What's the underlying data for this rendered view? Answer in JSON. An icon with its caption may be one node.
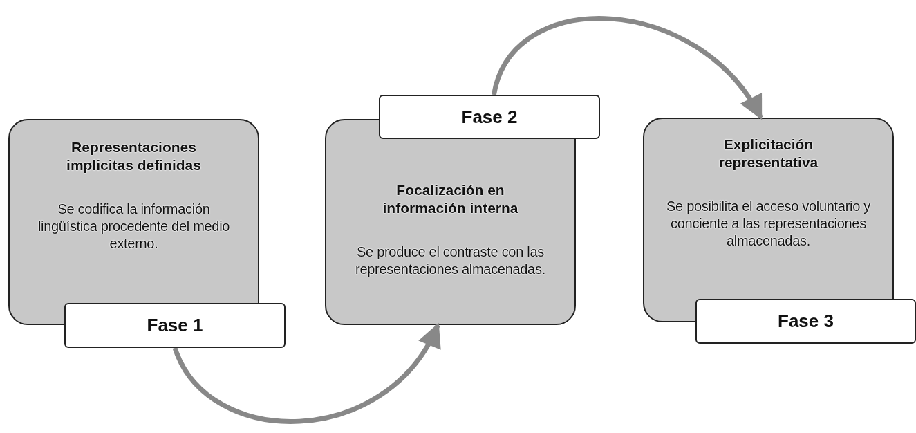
{
  "diagram": {
    "nodes": [
      {
        "text": [
          "Representaciones implicitas definidas",
          "Se codifica la información lingüística procedente del medio externo."
        ]
      },
      {
        "text": [
          "Fase 1"
        ]
      },
      {
        "text": [
          "Focalización en información interna",
          "Se produce el contraste con las representaciones almacenadas."
        ]
      },
      {
        "text": [
          "Fase 2"
        ]
      },
      {
        "text": [
          "Explicitación representativa",
          "Se posibilita el acceso voluntario y conciente a las representaciones almacenadas."
        ]
      },
      {
        "text": [
          "Fase 3"
        ]
      }
    ],
    "edges": [
      {
        "from": 1,
        "to": 2,
        "arrow": "to"
      },
      {
        "from": 3,
        "to": 4,
        "arrow": "to"
      }
    ]
  }
}
